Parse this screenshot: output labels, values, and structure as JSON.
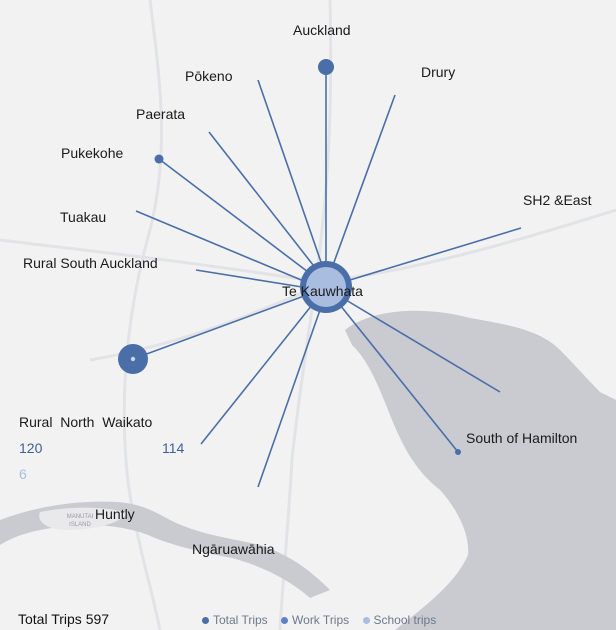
{
  "colors": {
    "line": "#4a6ea8",
    "total_trips": "#4a6ea8",
    "work_trips": "#5b83c4",
    "school_trips": "#a9bde0",
    "water": "#c9cbd0",
    "land": "#f2f2f3"
  },
  "hub": {
    "label": "Te Kauwhata"
  },
  "places": [
    {
      "id": "auckland",
      "label": "Auckland"
    },
    {
      "id": "pokeno",
      "label": "Pōkeno"
    },
    {
      "id": "drury",
      "label": "Drury"
    },
    {
      "id": "paerata",
      "label": "Paerata"
    },
    {
      "id": "pukekohe",
      "label": "Pukekohe"
    },
    {
      "id": "tuakau",
      "label": "Tuakau"
    },
    {
      "id": "sh2-east",
      "label": "SH2 &East"
    },
    {
      "id": "rural-south-auckland",
      "label": "Rural South Auckland"
    },
    {
      "id": "rural-north-waikato",
      "label": "Rural  North  Waikato"
    },
    {
      "id": "south-of-hamilton",
      "label": "South of Hamilton"
    },
    {
      "id": "huntly",
      "label": "Huntly"
    },
    {
      "id": "ngaruawahia",
      "label": "Ngāruawāhia"
    }
  ],
  "rural_north_waikato_trips": {
    "total": "120",
    "school": "6",
    "work": "114"
  },
  "map_text": {
    "island": "MANUTAI\nISLAND"
  },
  "footer": {
    "total_trips": "Total Trips 597"
  },
  "legend": [
    {
      "label": "Total Trips",
      "color": "#4a6ea8"
    },
    {
      "label": "Work Trips",
      "color": "#5b83c4"
    },
    {
      "label": "School trips",
      "color": "#a9bde0"
    }
  ]
}
